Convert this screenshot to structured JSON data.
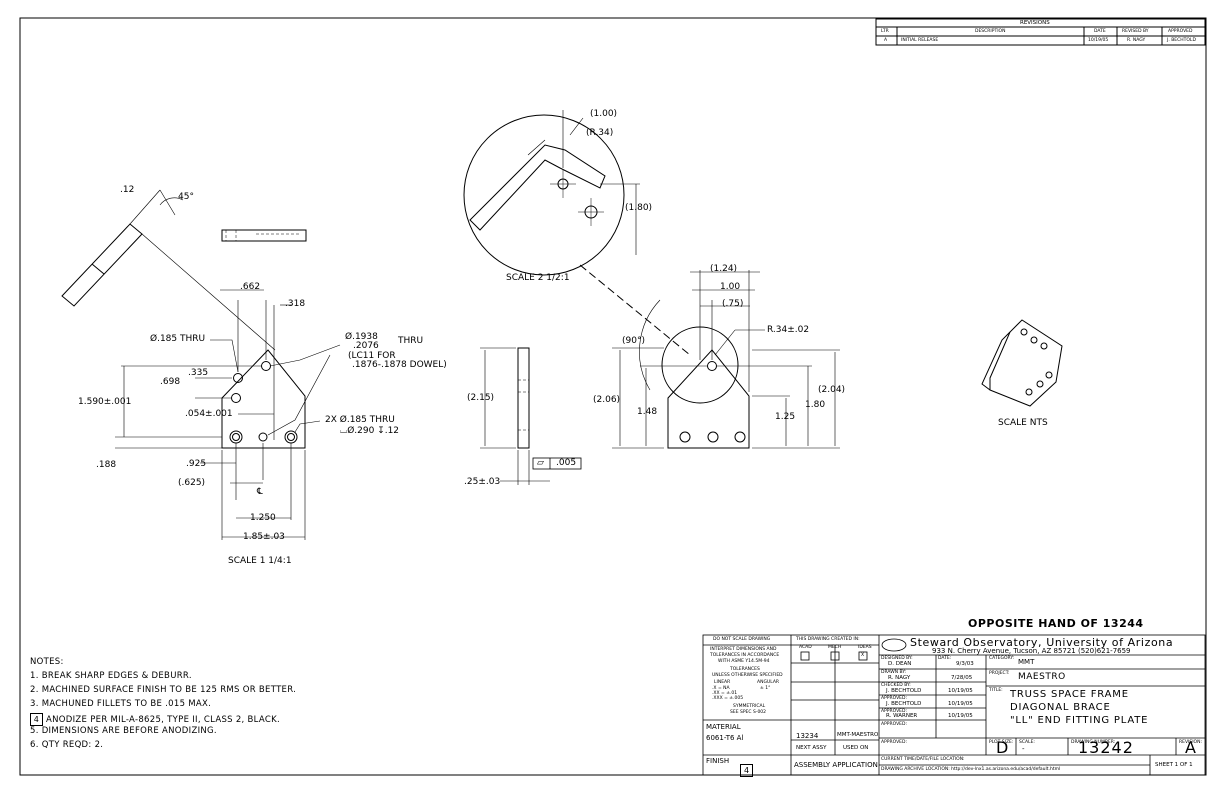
{
  "revisions": {
    "title": "REVISIONS",
    "headers": [
      "LTR",
      "DESCRIPTION",
      "DATE",
      "REVISED BY",
      "APPROVED"
    ],
    "rows": [
      [
        "A",
        "INITIAL RELEASE",
        "10/19/05",
        "R. NAGY",
        "J. BECHTOLD"
      ]
    ]
  },
  "views": {
    "main": {
      "scale": "SCALE 1 1/4:1",
      "dims": {
        "d662": ".662",
        "d318": ".318",
        "d185": "Ø.185 THRU",
        "d1938a": "Ø.1938",
        "d1938b": ".2076",
        "d1938c": "THRU",
        "dowel1": "(LC11 FOR",
        "dowel2": ".1876-.1878 DOWEL)",
        "d335": ".335",
        "d698": ".698",
        "d1590": "1.590±.001",
        "d054": ".054±.001",
        "d2x": "2X Ø.185 THRU",
        "dcb": "⌴Ø.290 ↧.12",
        "d188": ".188",
        "d925": ".925",
        "d625": "(.625)",
        "dcl": "℄",
        "d1250": "1.250",
        "d185w": "1.85±.03",
        "d12": ".12",
        "d45": "45°"
      }
    },
    "side": {
      "d215": "(2.15)",
      "d25": ".25±.03",
      "flat_val": ".005",
      "flat_sym": "▱"
    },
    "detail": {
      "scale": "SCALE 2 1/2:1",
      "d100": "(1.00)",
      "r34": "(R.34)",
      "d180": "(1.80)"
    },
    "opposite": {
      "d124": "(1.24)",
      "d100": "1.00",
      "d75": "(.75)",
      "r34": "R.34±.02",
      "d90": "(90°)",
      "d206": "(2.06)",
      "d148": "1.48",
      "d125": "1.25",
      "d180": "1.80",
      "d204": "(2.04)"
    },
    "iso": {
      "scale": "SCALE NTS"
    }
  },
  "opposite_hand": "OPPOSITE HAND OF 13244",
  "notes": {
    "title": "NOTES:",
    "items": [
      "1. BREAK SHARP EDGES & DEBURR.",
      "2. MACHINED SURFACE FINISH TO BE 125 RMS OR BETTER.",
      "3. MACHUNED FILLETS TO BE .015 MAX.",
      "ANODIZE PER MIL-A-8625, TYPE II, CLASS 2, BLACK.",
      "5. DIMENSIONS ARE BEFORE ANODIZING.",
      "6. QTY REQD: 2."
    ],
    "flag": "4"
  },
  "title_block": {
    "do_not_scale": "DO NOT SCALE DRAWING",
    "interpret": [
      "INTERPRET DIMENSIONS AND",
      "TOLERANCES IN ACCORDANCE",
      "WITH ASME Y14.5M-94"
    ],
    "tolerances": "TOLERANCES",
    "unless": "UNLESS OTHERWISE SPECIFIED",
    "linear": "LINEAR",
    "angular": "ANGULAR",
    "tol_x": ".X = NA",
    "tol_xx": ".XX = ±.01",
    "tol_xxx": ".XXX = ±.005",
    "ang_val": "± 1°",
    "symmetrical": "SYMMETRICAL",
    "see_spec": "SEE SPEC S-002",
    "created_in": "THIS DRAWING CREATED IN:",
    "acad": "ACAD",
    "mech": "MECH",
    "ideas": "IDEAS",
    "x_mark": "X",
    "material_label": "MATERIAL",
    "material": "6061-T6 Al",
    "finish_label": "FINISH",
    "finish_flag": "4",
    "assy_num": "13234",
    "assy_name": "MMT-MAESTRO",
    "next_assy": "NEXT ASSY",
    "used_on": "USED ON",
    "assembly_application": "ASSEMBLY APPLICATION",
    "org": "Steward Observatory, University of Arizona",
    "address": "933 N. Cherry Avenue, Tucson, AZ  85721   (520)621-7659",
    "designed_by_label": "DESIGNED BY:",
    "designed_by": "D. DEAN",
    "date_label": "DATE:",
    "designed_date": "9/3/03",
    "drawn_by_label": "DRAWN BY:",
    "drawn_by": "R. NAGY",
    "drawn_date": "7/28/05",
    "checked_by_label": "CHECKED BY:",
    "checked_by": "J. BECHTOLD",
    "checked_date": "10/19/05",
    "approved_label": "APPROVED:",
    "approved1": "J. BECHTOLD",
    "approved1_date": "10/19/05",
    "approved2": "R. WARNER",
    "approved2_date": "10/19/05",
    "category_label": "CATEGORY:",
    "category": "MMT",
    "project_label": "PROJECT:",
    "project": "MAESTRO",
    "title_label": "TITLE:",
    "title_lines": [
      "TRUSS SPACE FRAME",
      "DIAGONAL BRACE",
      "\"LL\" END FITTING PLATE"
    ],
    "plot_size_label": "PLOT SIZE:",
    "plot_size": "D",
    "scale_label": "SCALE:",
    "scale": "-",
    "dwg_num_label": "DRAWING NUMBER:",
    "dwg_num": "13242",
    "revision_label": "REVISION:",
    "revision": "A",
    "current_loc": "CURRENT TIME/DATE/FILE LOCATION:",
    "archive_loc": "DRAWING ARCHIVE LOCATION: http://dev-lnx1.as.arizona.edu/acad/default.html",
    "sheet": "SHEET 1 OF 1"
  }
}
